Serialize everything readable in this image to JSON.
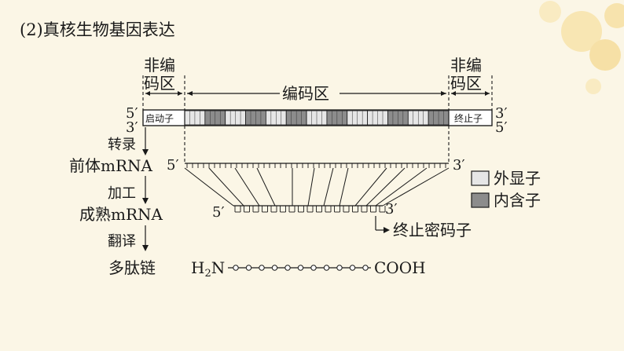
{
  "title": "(2)真核生物基因表达",
  "labels": {
    "noncoding_left": [
      "非编",
      "码区"
    ],
    "noncoding_right": [
      "非编",
      "码区"
    ],
    "coding_region": "编码区",
    "promoter": "启动子",
    "terminator": "终止子",
    "transcription": "转录",
    "pre_mrna": "前体mRNA",
    "processing": "加工",
    "mature_mrna": "成熟mRNA",
    "translation": "翻译",
    "polypeptide": "多肽链",
    "stop_codon": "终止密码子",
    "h2n": "H",
    "h2n_sub": "2",
    "h2n_n": "N",
    "cooh": "COOH",
    "five_prime": "5′",
    "three_prime": "3′"
  },
  "legend": [
    {
      "label": "外显子",
      "color": "#e6e6e6"
    },
    {
      "label": "内含子",
      "color": "#8c8c8c"
    }
  ],
  "colors": {
    "background": "#fbf6e6",
    "exon": "#e6e6e6",
    "intron": "#8c8c8c",
    "ink": "#1a1a1a"
  },
  "gene_segments": [
    "exon",
    "intron",
    "exon",
    "intron",
    "exon",
    "intron",
    "exon",
    "intron",
    "exon",
    "exon",
    "intron",
    "exon",
    "intron"
  ],
  "polypeptide_bead_count": 11
}
